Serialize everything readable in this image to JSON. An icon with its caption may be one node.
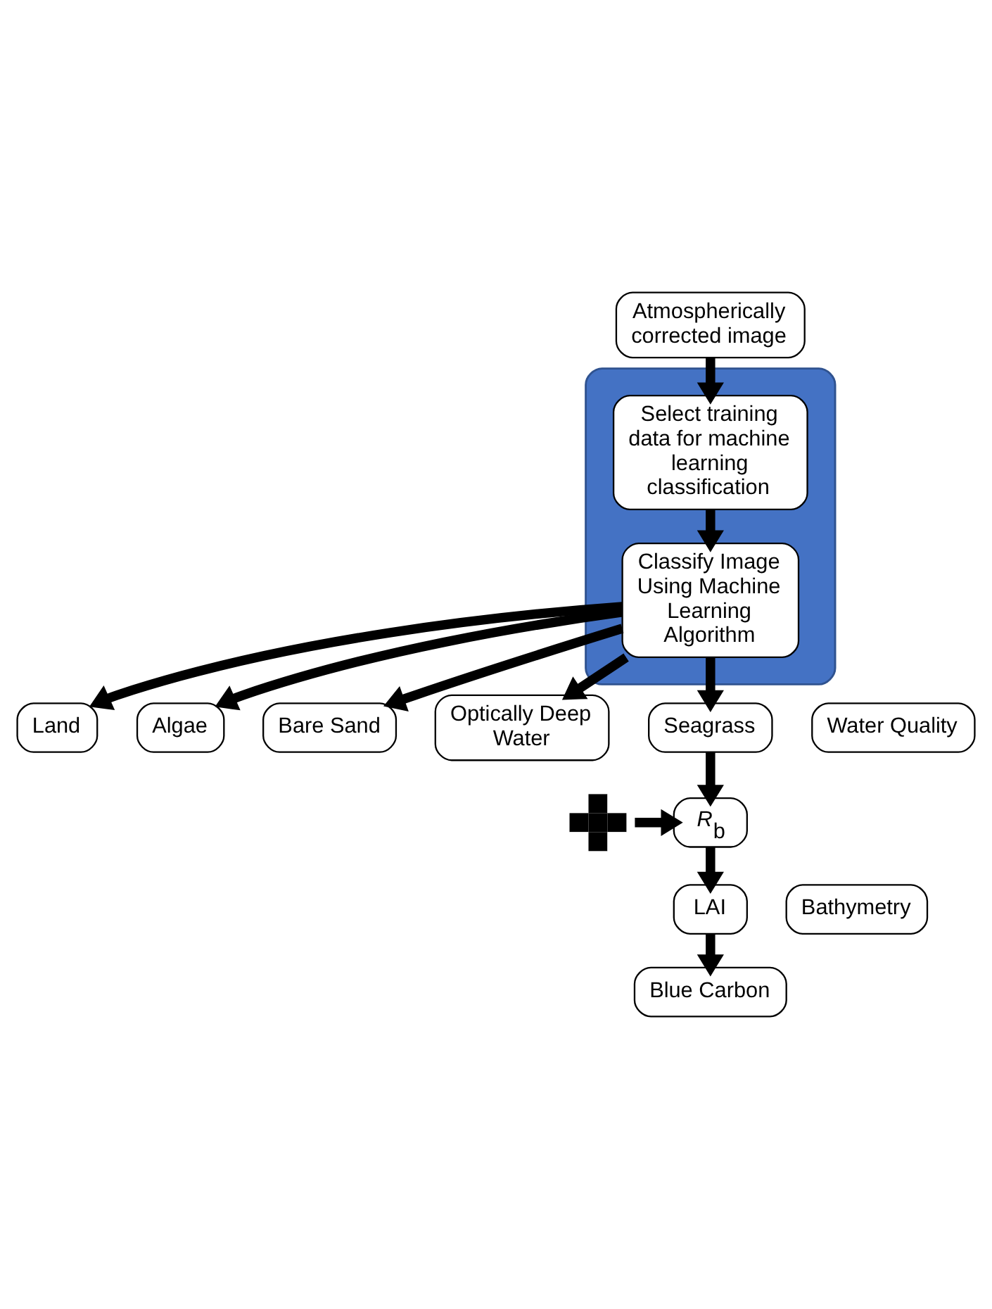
{
  "diagram": {
    "nodes": [
      {
        "text": [
          "Atmospherically corrected image"
        ]
      },
      {
        "text": [],
        "shape": "box"
      },
      {
        "text": [
          "Select training data for machine learning classification"
        ],
        "in": 1
      },
      {
        "text": [
          "Classify Image Using Machine Learning Algorithm"
        ],
        "in": 1
      },
      {
        "text": [
          "Land"
        ]
      },
      {
        "text": [
          "Algae"
        ]
      },
      {
        "text": [
          "Bare Sand"
        ]
      },
      {
        "text": [
          "Optically Deep Water"
        ]
      },
      {
        "text": [
          "Seagrass"
        ]
      },
      {
        "text": [
          "Water Quality"
        ]
      },
      {
        "text": [],
        "shape": "cross"
      },
      {
        "text": [
          "*R*$_{b}$"
        ]
      },
      {
        "text": [
          "Bathymetry"
        ]
      },
      {
        "text": [
          "LAI"
        ]
      },
      {
        "text": [
          "Blue Carbon"
        ]
      }
    ],
    "edges": [
      {
        "from": 0,
        "to": 2,
        "arrow": "to"
      },
      {
        "from": 2,
        "to": 3,
        "arrow": "to"
      },
      {
        "from": 3,
        "to": 4,
        "arrow": "to"
      },
      {
        "from": 3,
        "to": 6,
        "arrow": "to"
      },
      {
        "from": 3,
        "to": 5,
        "arrow": "to"
      },
      {
        "from": 3,
        "to": 7,
        "arrow": "to"
      },
      {
        "from": 3,
        "to": 8,
        "arrow": "to"
      },
      {
        "from": 8,
        "to": 11,
        "arrow": "to"
      },
      {
        "from": 10,
        "to": 11,
        "arrow": "to"
      },
      {
        "from": 11,
        "to": 13,
        "arrow": "to"
      },
      {
        "from": 13,
        "to": 14,
        "arrow": "to"
      }
    ]
  }
}
